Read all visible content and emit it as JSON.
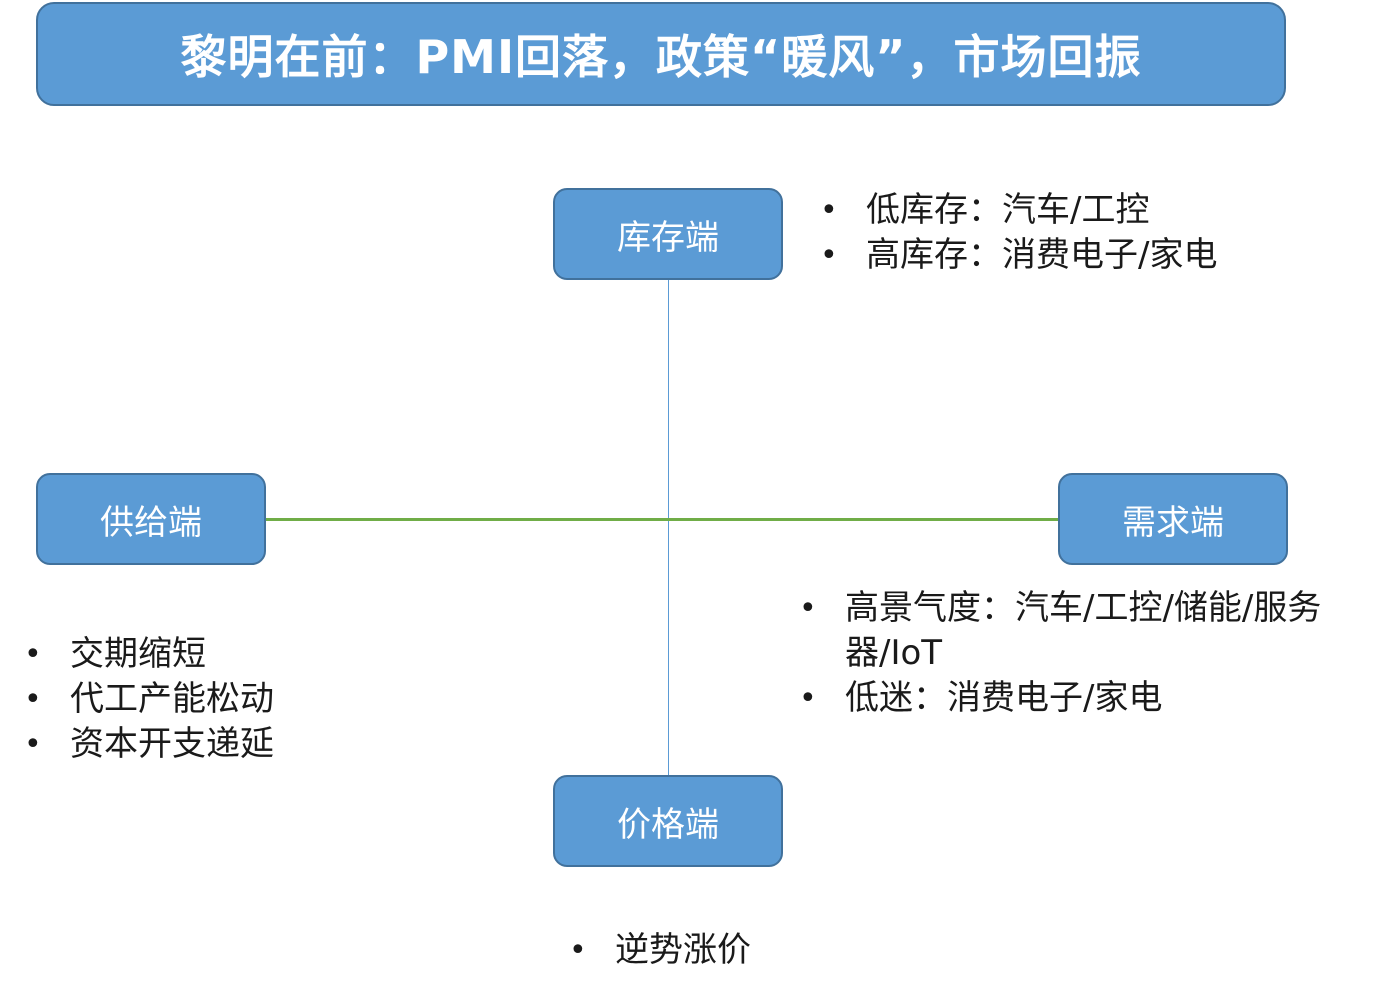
{
  "title": "黎明在前：PMI回落，政策“暖风”，市场回振",
  "nodes": {
    "inventory": "库存端",
    "supply": "供给端",
    "demand": "需求端",
    "price": "价格端"
  },
  "bullet_symbol": "•",
  "lists": {
    "inventory": [
      "低库存：汽车/工控",
      "高库存：消费电子/家电"
    ],
    "demand": [
      "高景气度：汽车/工控/储能/服务器/IoT",
      "低迷：消费电子/家电"
    ],
    "supply": [
      "交期缩短",
      "代工产能松动",
      "资本开支递延"
    ],
    "price": [
      "逆势涨价"
    ]
  },
  "colors": {
    "box_fill": "#5b9bd5",
    "box_border": "#41719c",
    "vertical_axis": "#5b9bd5",
    "horizontal_axis": "#70ad47"
  }
}
